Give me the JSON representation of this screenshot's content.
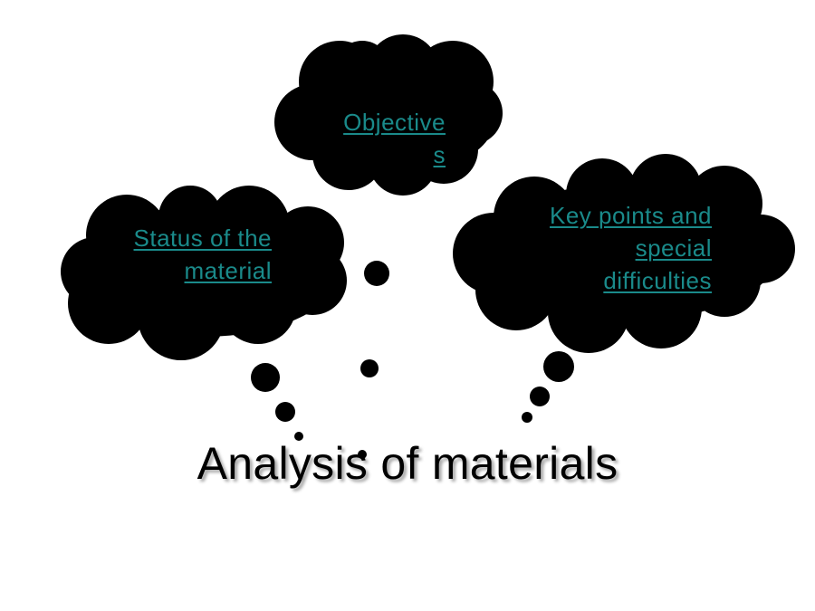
{
  "title": "Analysis of materials",
  "colors": {
    "cloud_fill": "#000000",
    "link_text": "#1a8a8a",
    "background": "#ffffff"
  },
  "clouds": {
    "objectives": {
      "lines": [
        "Objective",
        "s"
      ]
    },
    "status": {
      "lines": [
        "Status of the",
        "material"
      ]
    },
    "key_points": {
      "lines": [
        "Key points and",
        "special",
        "difficulties"
      ]
    }
  }
}
